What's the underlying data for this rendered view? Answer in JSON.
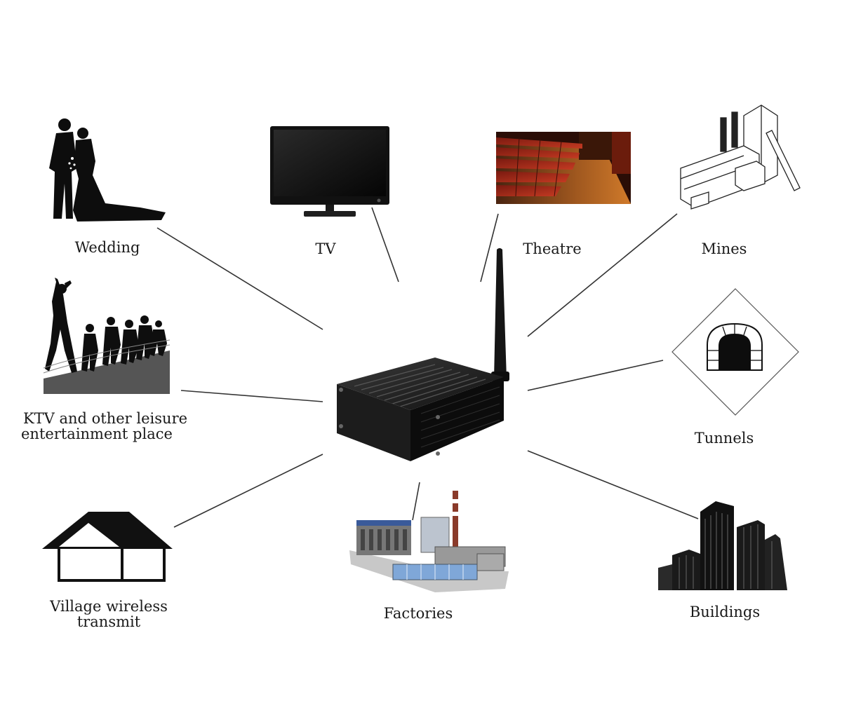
{
  "labels": {
    "wedding": "Wedding",
    "tv": "TV",
    "theatre": "Theatre",
    "mines": "Mines",
    "ktv_line1": "KTV and other leisure",
    "ktv_line2": "entertainment place",
    "tunnels": "Tunnels",
    "village_line1": "Village wireless",
    "village_line2": "transmit",
    "factories": "Factories",
    "buildings": "Buildings"
  },
  "colors": {
    "ink": "#111111",
    "line": "#333333",
    "device": "#1b1b1b",
    "theatre_seat": "#b5301f",
    "theatre_floor": "#8a4a1e"
  },
  "icons": {
    "center": "wireless-transmitter-icon",
    "wedding": "wedding-couple-icon",
    "tv": "television-icon",
    "theatre": "theatre-hall-icon",
    "mines": "mine-plant-icon",
    "ktv": "dancing-crowd-icon",
    "tunnels": "tunnel-sign-icon",
    "village": "house-outline-icon",
    "factories": "factory-complex-icon",
    "buildings": "city-buildings-icon"
  }
}
